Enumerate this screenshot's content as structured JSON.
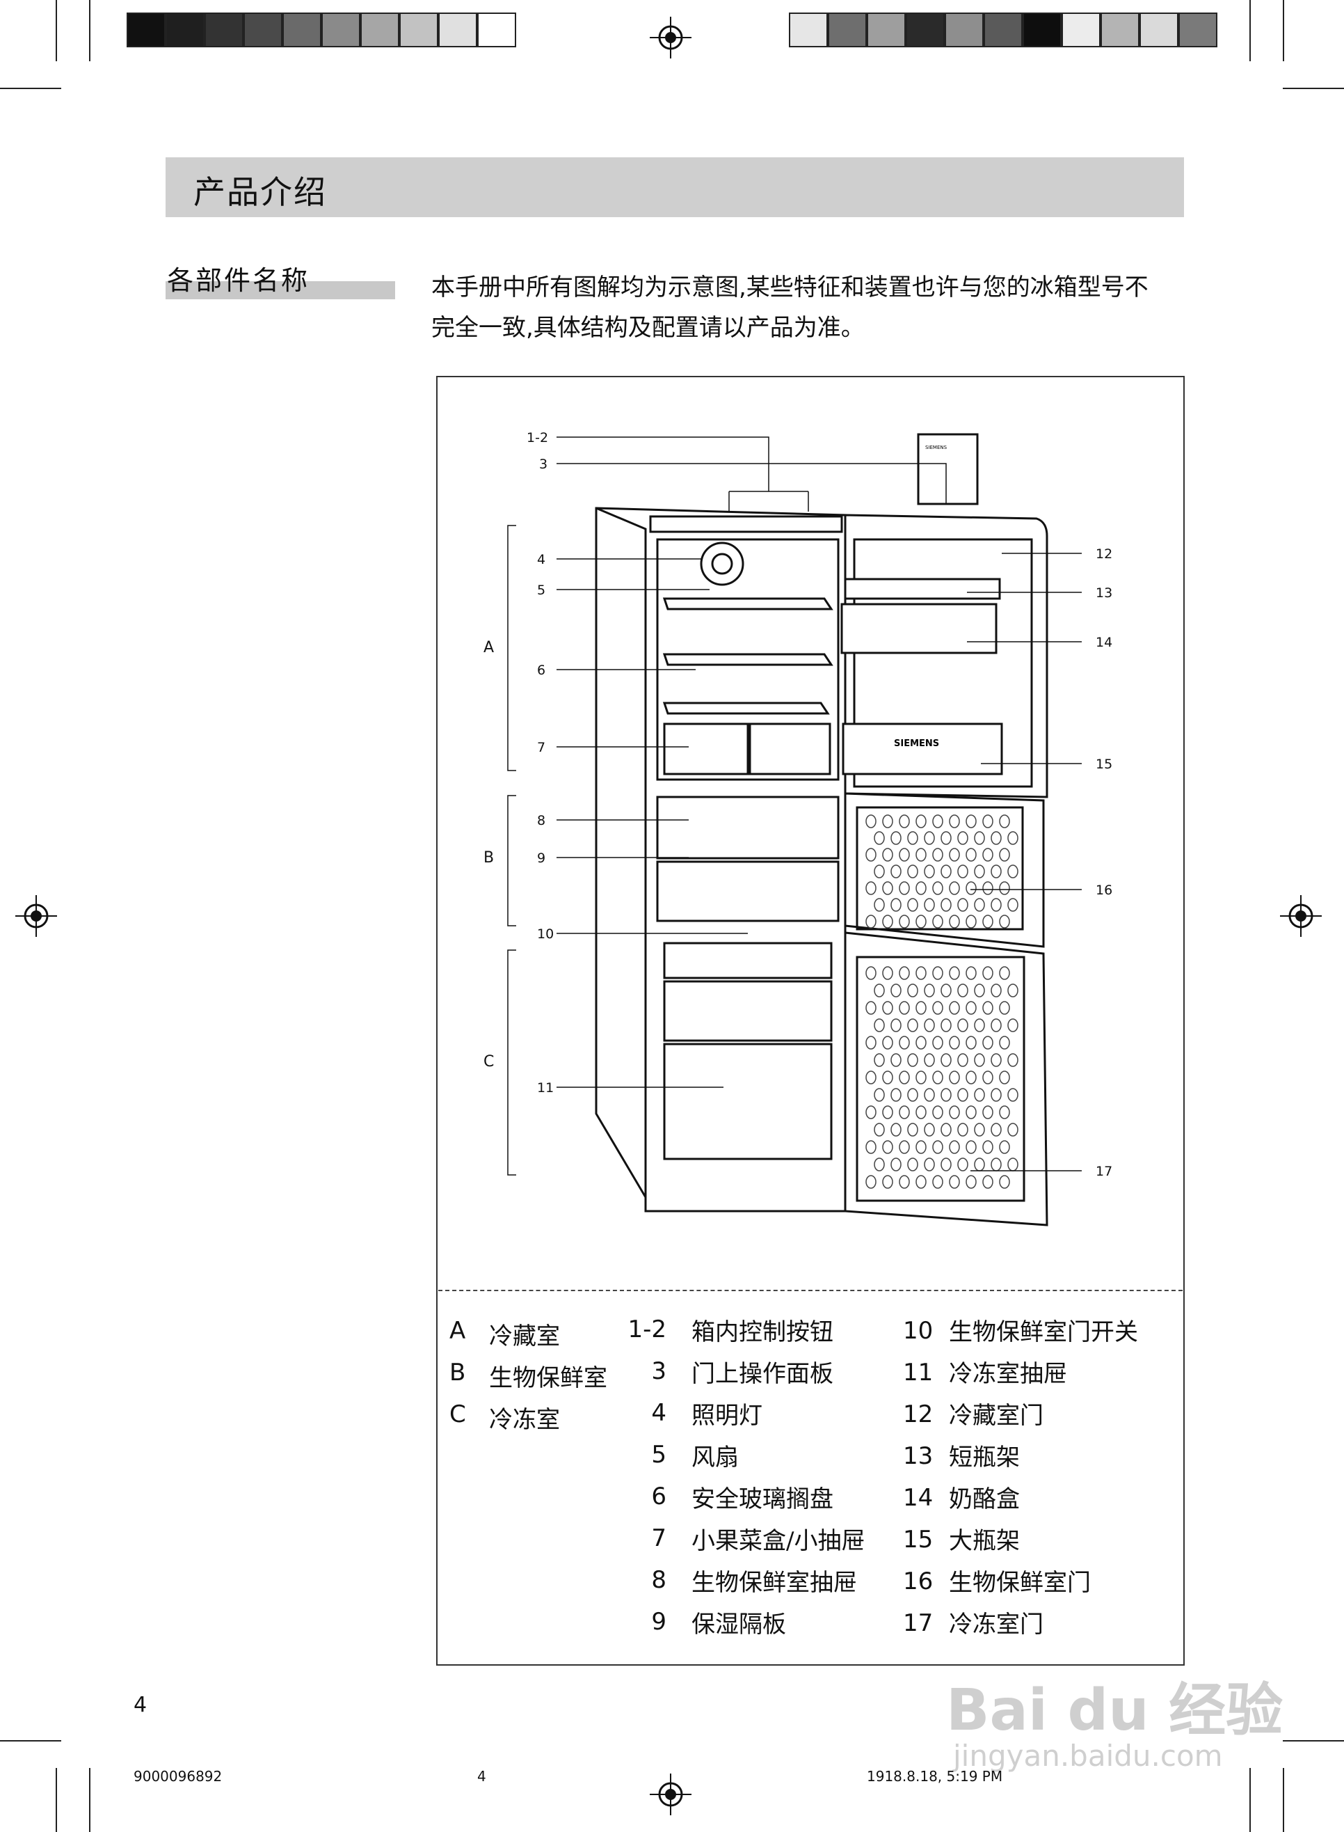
{
  "header": {
    "title": "产品介绍"
  },
  "section": {
    "title": "各部件名称"
  },
  "intro": {
    "line1": "本手册中所有图解均为示意图,某些特征和装置也许与您的冰箱型号不",
    "line2": "完全一致,具体结构及配置请以产品为准。"
  },
  "diagram": {
    "callouts_left": [
      "1-2",
      "3",
      "4",
      "5",
      "6",
      "7",
      "8",
      "9",
      "10",
      "11"
    ],
    "callouts_right": [
      "12",
      "13",
      "14",
      "15",
      "16",
      "17"
    ],
    "sections": [
      "A",
      "B",
      "C"
    ],
    "brand_on_shelf": "SIEMENS",
    "brand_on_panel": "SIEMENS"
  },
  "legend": {
    "compartments": [
      {
        "key": "A",
        "name": "冷藏室"
      },
      {
        "key": "B",
        "name": "生物保鲜室"
      },
      {
        "key": "C",
        "name": "冷冻室"
      }
    ],
    "parts_col1": [
      {
        "num": "1-2",
        "name": "箱内控制按钮"
      },
      {
        "num": "3",
        "name": "门上操作面板"
      },
      {
        "num": "4",
        "name": "照明灯"
      },
      {
        "num": "5",
        "name": "风扇"
      },
      {
        "num": "6",
        "name": "安全玻璃搁盘"
      },
      {
        "num": "7",
        "name": "小果菜盒/小抽屉"
      },
      {
        "num": "8",
        "name": "生物保鲜室抽屉"
      },
      {
        "num": "9",
        "name": "保湿隔板"
      }
    ],
    "parts_col2": [
      {
        "num": "10",
        "name": "生物保鲜室门开关"
      },
      {
        "num": "11",
        "name": "冷冻室抽屉"
      },
      {
        "num": "12",
        "name": "冷藏室门"
      },
      {
        "num": "13",
        "name": "短瓶架"
      },
      {
        "num": "14",
        "name": "奶酪盒"
      },
      {
        "num": "15",
        "name": "大瓶架"
      },
      {
        "num": "16",
        "name": "生物保鲜室门"
      },
      {
        "num": "17",
        "name": "冷冻室门"
      }
    ]
  },
  "page_number": "4",
  "footer": {
    "code": "9000096892",
    "page": "4",
    "datetime": "1918.8.18, 5:19 PM"
  },
  "watermark": {
    "brand": "Bai du 经验",
    "url": "jingyan.baidu.com"
  },
  "colors": {
    "header_bar": "#cfcfcf",
    "swatches_left": [
      "#111111",
      "#1f1f1f",
      "#333333",
      "#4a4a4a",
      "#6a6a6a",
      "#8a8a8a",
      "#a6a6a6",
      "#c2c2c2",
      "#e0e0e0",
      "#ffffff"
    ],
    "swatches_right": [
      "#e6e6e6",
      "#6e6e6e",
      "#9e9e9e",
      "#2a2a2a",
      "#8e8e8e",
      "#5a5a5a",
      "#0e0e0e",
      "#ececec",
      "#b4b4b4",
      "#dadada",
      "#7a7a7a"
    ]
  }
}
